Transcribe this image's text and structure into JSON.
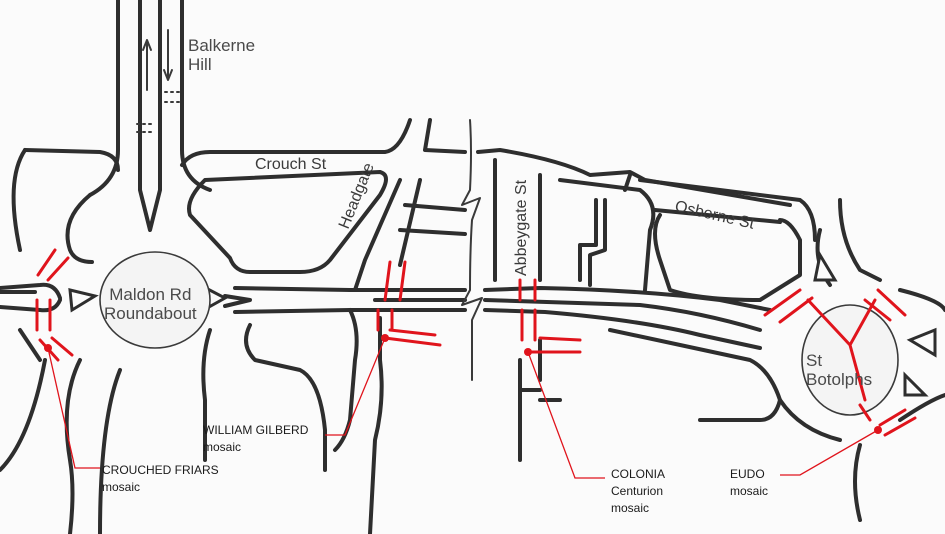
{
  "colors": {
    "road": "#2e2e2e",
    "marker": "#e0141c",
    "background": "#fbfbfb"
  },
  "places": {
    "balkerne_line1": "Balkerne",
    "balkerne_line2": "Hill",
    "maldon_line1": "Maldon Rd",
    "maldon_line2": "Roundabout",
    "st_botolphs_line1": "St",
    "st_botolphs_line2": "Botolphs"
  },
  "streets": {
    "crouch": "Crouch St",
    "headgate": "Headgate",
    "abbeygate": "Abbeygate St",
    "osborne": "Osborne St"
  },
  "mosaics": {
    "crouched_friars_name": "CROUCHED FRIARS",
    "crouched_friars_type": "mosaic",
    "william_gilberd_name": "WILLIAM GILBERD",
    "william_gilberd_type": "mosaic",
    "colonia_name": "COLONIA",
    "colonia_type": "Centurion",
    "colonia_type2": "mosaic",
    "eudo_name": "EUDO",
    "eudo_type": "mosaic"
  }
}
